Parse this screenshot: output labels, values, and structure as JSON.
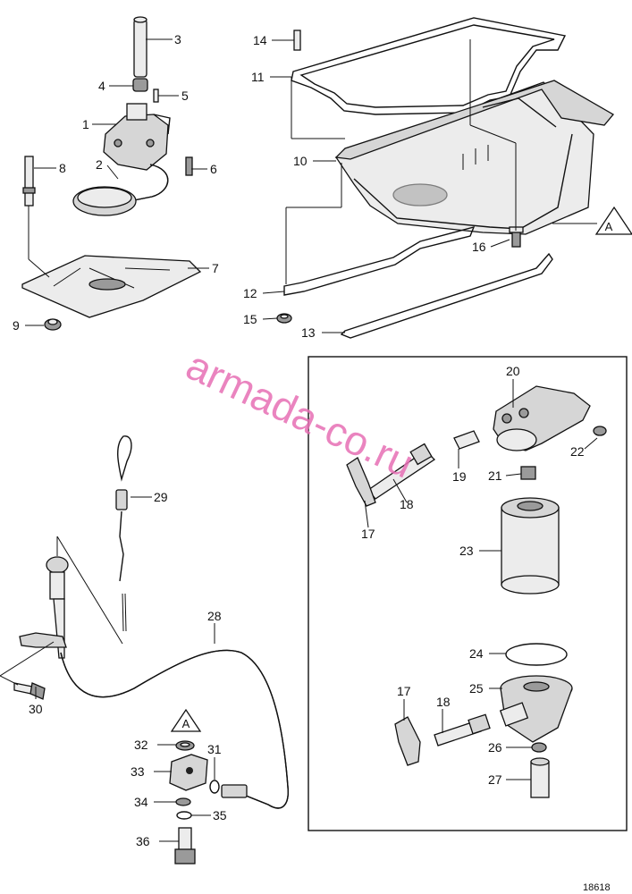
{
  "reference_number": "18618",
  "watermark": "armada-co.ru",
  "annotation_marker": "A",
  "part_labels": [
    "1",
    "2",
    "3",
    "4",
    "5",
    "6",
    "7",
    "8",
    "9",
    "10",
    "11",
    "12",
    "13",
    "14",
    "15",
    "16",
    "17",
    "18",
    "19",
    "20",
    "21",
    "22",
    "23",
    "24",
    "25",
    "26",
    "27",
    "28",
    "29",
    "30",
    "31",
    "32",
    "33",
    "34",
    "35",
    "36",
    "17",
    "18"
  ]
}
